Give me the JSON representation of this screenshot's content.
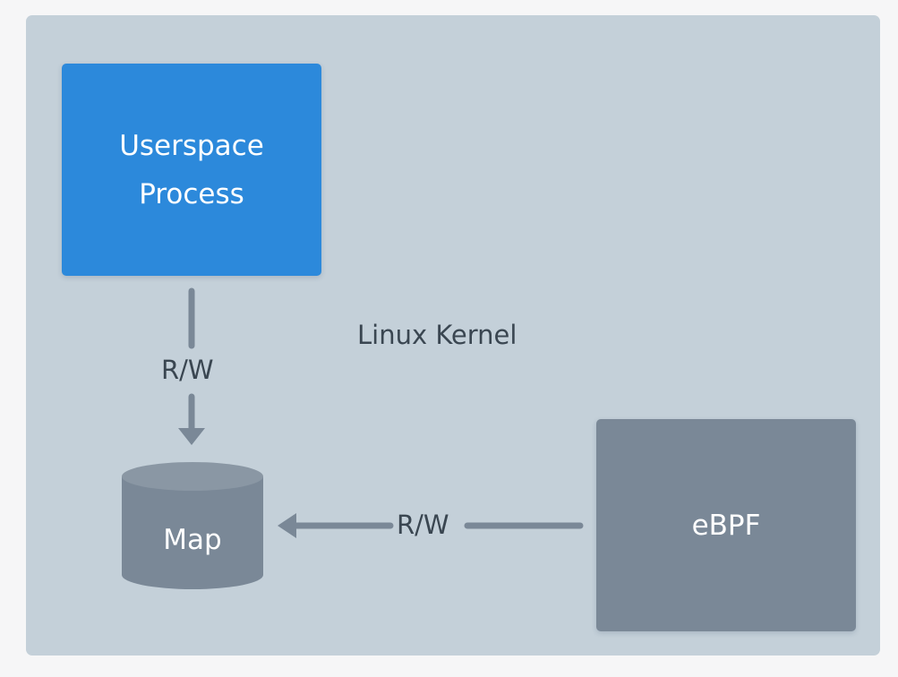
{
  "diagram": {
    "container_label": "Linux Kernel",
    "userspace_box_label_line1": "Userspace",
    "userspace_box_label_line2": "Process",
    "ebpf_box_label": "eBPF",
    "map_label": "Map",
    "edge_userspace_to_map_label": "R/W",
    "edge_ebpf_to_map_label": "R/W"
  },
  "colors": {
    "page_background": "#f6f6f7",
    "kernel_background": "#c4d0d9",
    "userspace_box": "#2c89db",
    "ebpf_box": "#7a8897",
    "map_body": "#7a8897",
    "map_top": "#8a97a4",
    "connector": "#7a8897",
    "text_dark": "#3a4651"
  },
  "edges": [
    {
      "from": "userspace-process",
      "to": "map",
      "label": "R/W"
    },
    {
      "from": "ebpf",
      "to": "map",
      "label": "R/W"
    }
  ]
}
